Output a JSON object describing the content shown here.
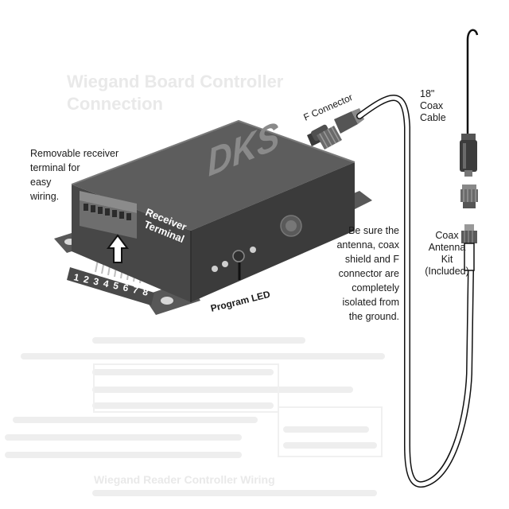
{
  "device": {
    "brand_logo": "DKS",
    "terminal_label": [
      "Receiver",
      "Terminal"
    ],
    "terminal_numbers": "12345678",
    "program_led_label": "Program LED"
  },
  "labels": {
    "removable_receiver": [
      "Removable receiver",
      "terminal for",
      "easy",
      "wiring."
    ],
    "f_connector": "F Connector",
    "coax_cable": [
      "18\"",
      "Coax",
      "Cable"
    ],
    "isolation_note": [
      "Be sure the",
      "antenna, coax",
      "shield and F",
      "connector are",
      "completely",
      "isolated from",
      "the ground."
    ],
    "antenna_kit": [
      "Coax",
      "Antenna",
      "Kit",
      "(Included)"
    ]
  },
  "background_watermark": {
    "title_lines": [
      "Wiegand Board Controller",
      "Connection"
    ],
    "footer": "Wiegand Reader Controller Wiring"
  },
  "colors": {
    "box_top": "#5d5d5d",
    "box_front": "#4a4a4a",
    "box_side": "#3a3a3a",
    "terminal_block": "#6e6e6e",
    "cable": "#ffffff",
    "ink": "#1a1a1a"
  }
}
